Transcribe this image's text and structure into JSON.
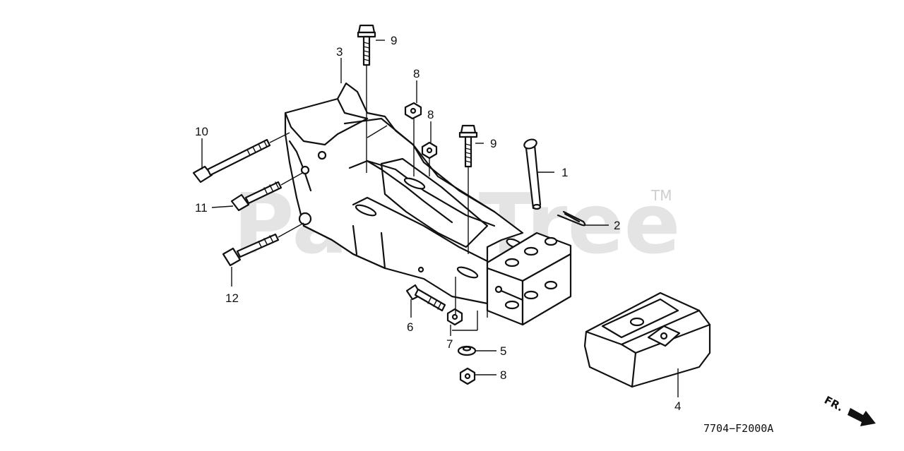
{
  "watermark": {
    "text": "PartsTree",
    "tm": "TM"
  },
  "figure_code": "7704−F2000A",
  "direction_label": "FR.",
  "callouts": {
    "c1": "1",
    "c2": "2",
    "c3": "3",
    "c4": "4",
    "c5": "5",
    "c6": "6",
    "c7": "7",
    "c8a": "8",
    "c8b": "8",
    "c8c": "8",
    "c9a": "9",
    "c9b": "9",
    "c10": "10",
    "c11": "11",
    "c12": "12"
  }
}
